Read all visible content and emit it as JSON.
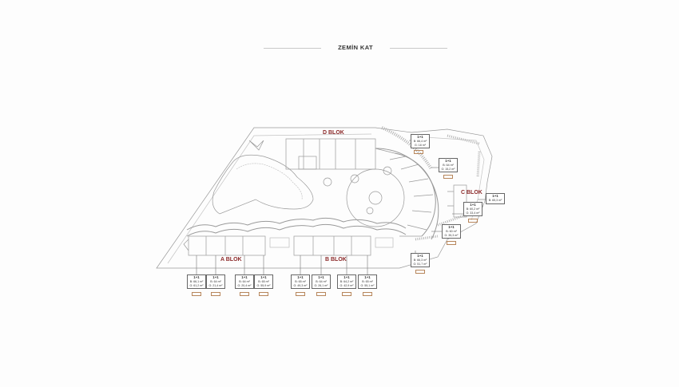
{
  "title": "ZEMİN KAT",
  "blocks": {
    "a": "A BLOK",
    "b": "B BLOK",
    "c": "C BLOK",
    "d": "D BLOK"
  },
  "units": [
    {
      "type": "1+1",
      "b": "B: 66,4 m²",
      "g": "G: 18 m²"
    },
    {
      "type": "1+1",
      "b": "B: 64 m²",
      "g": "G: 15,2 m²"
    },
    {
      "type": "1+1",
      "b": "B: 65,3 m²",
      "g": ""
    },
    {
      "type": "1+1",
      "b": "B: 60,2 m²",
      "g": "G: 33,4 m²"
    },
    {
      "type": "1+1",
      "b": "B: 60 m²",
      "g": "G: 35,3 m²"
    },
    {
      "type": "1+1",
      "b": "B: 66,3 m²",
      "g": "G: 51,7 m²"
    },
    {
      "type": "1+1",
      "b": "B: 66,1 m²",
      "g": "G: 61,2 m²"
    },
    {
      "type": "1+1",
      "b": "B: 64 m²",
      "g": "G: 21,4 m²"
    },
    {
      "type": "1+1",
      "b": "B: 64 m²",
      "g": "G: 20,4 m²"
    },
    {
      "type": "1+1",
      "b": "B: 65 m²",
      "g": "G: 55,9 m²"
    },
    {
      "type": "1+1",
      "b": "B: 65 m²",
      "g": "G: 49,3 m²"
    },
    {
      "type": "1+1",
      "b": "B: 64 m²",
      "g": "G: 26,1 m²"
    },
    {
      "type": "1+1",
      "b": "B: 64,2 m²",
      "g": "G: 42,9 m²"
    },
    {
      "type": "1+1",
      "b": "B: 65 m²",
      "g": "G: 55,1 m²"
    }
  ]
}
